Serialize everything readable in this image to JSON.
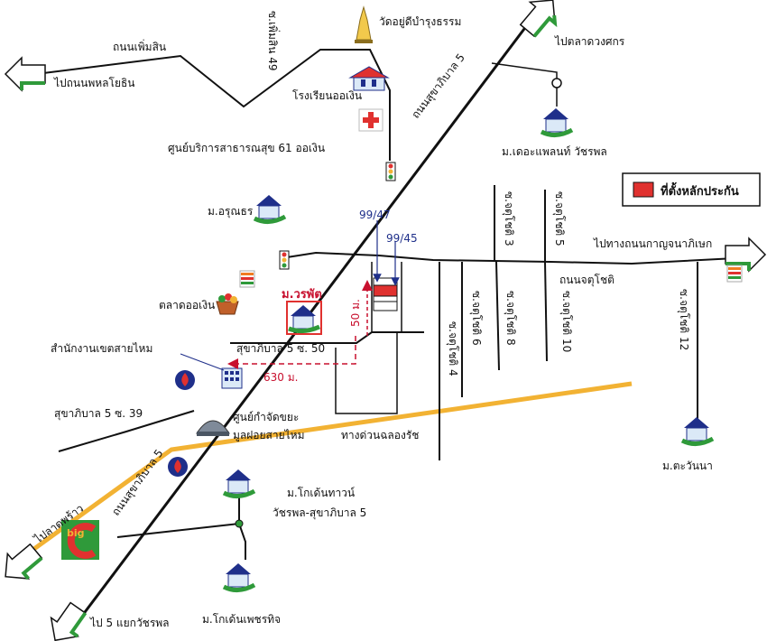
{
  "colors": {
    "road": "#111111",
    "expressway": "#f2b233",
    "arrow_green": "#2f9a3a",
    "marker_red": "#e0312f",
    "measure_red": "#c8102e",
    "navy": "#1f2f8a",
    "house_fill": "#dbe9f7"
  },
  "legend": {
    "label": "ที่ตั้งหลักประกัน"
  },
  "directions": {
    "top_right": "ไปตลาดวงศกร",
    "top_left": "ไปถนนพหลโยธิน",
    "right": "ไปทางถนนกาญจนาภิเษก",
    "bottom_left_upper": "ไปลาดพร้าว",
    "bottom_left_lower": "ไป 5 แยกวัชรพล"
  },
  "roads": {
    "phoemsin": "ถนนเพิ่มสิน",
    "phoemsin_49": "ซ.เพิ่มสิน 49",
    "sukhaphiban5_upper": "ถนนสุขาภิบาล 5",
    "sukhaphiban5_lower": "ถนนสุขาภิบาล 5",
    "chatuchot": "ถนนจตุโชติ",
    "chatuchot_3": "ซ.จตุโชติ 3",
    "chatuchot_5": "ซ.จตุโชติ 5",
    "chatuchot_4": "ซ.จตุโชติ 4",
    "chatuchot_6": "ซ.จตุโชติ 6",
    "chatuchot_8": "ซ.จตุโชติ 8",
    "chatuchot_10": "ซ.จตุโชติ 10",
    "chatuchot_12": "ซ.จตุโชติ 12",
    "soi_50": "สุขาภิบาล 5 ซ. 50",
    "soi_39": "สุขาภิบาล 5 ซ. 39",
    "expressway": "ทางด่วนฉลองรัช"
  },
  "places": {
    "temple": "วัดอยู่ดีบำรุงธรรม",
    "school": "โรงเรียนออเงิน",
    "health_center": "ศูนย์บริการสาธารณสุข 61 ออเงิน",
    "the_planet": "ม.เดอะแพลนท์ วัชรพล",
    "arunthon": "ม.อรุณธร",
    "market": "ตลาดออเงิน",
    "worapat": "ม.วรพัต",
    "district_office": "สำนักงานเขตสายไหม",
    "waste_center_1": "ศูนย์กำจัดขยะ",
    "waste_center_2": "มูลฝอยสายไหม",
    "golden_town_1": "ม.โกเด้นทาวน์",
    "golden_town_2": "วัชรพล-สุขาภิบาล 5",
    "golden_phet": "ม.โกเด้นเพชรทิจ",
    "tawanna": "ม.ตะวันนา"
  },
  "address": {
    "a": "99/47",
    "b": "99/45"
  },
  "distances": {
    "d50": "50 ม.",
    "d630": "630 ม."
  },
  "big_c_text": "big"
}
